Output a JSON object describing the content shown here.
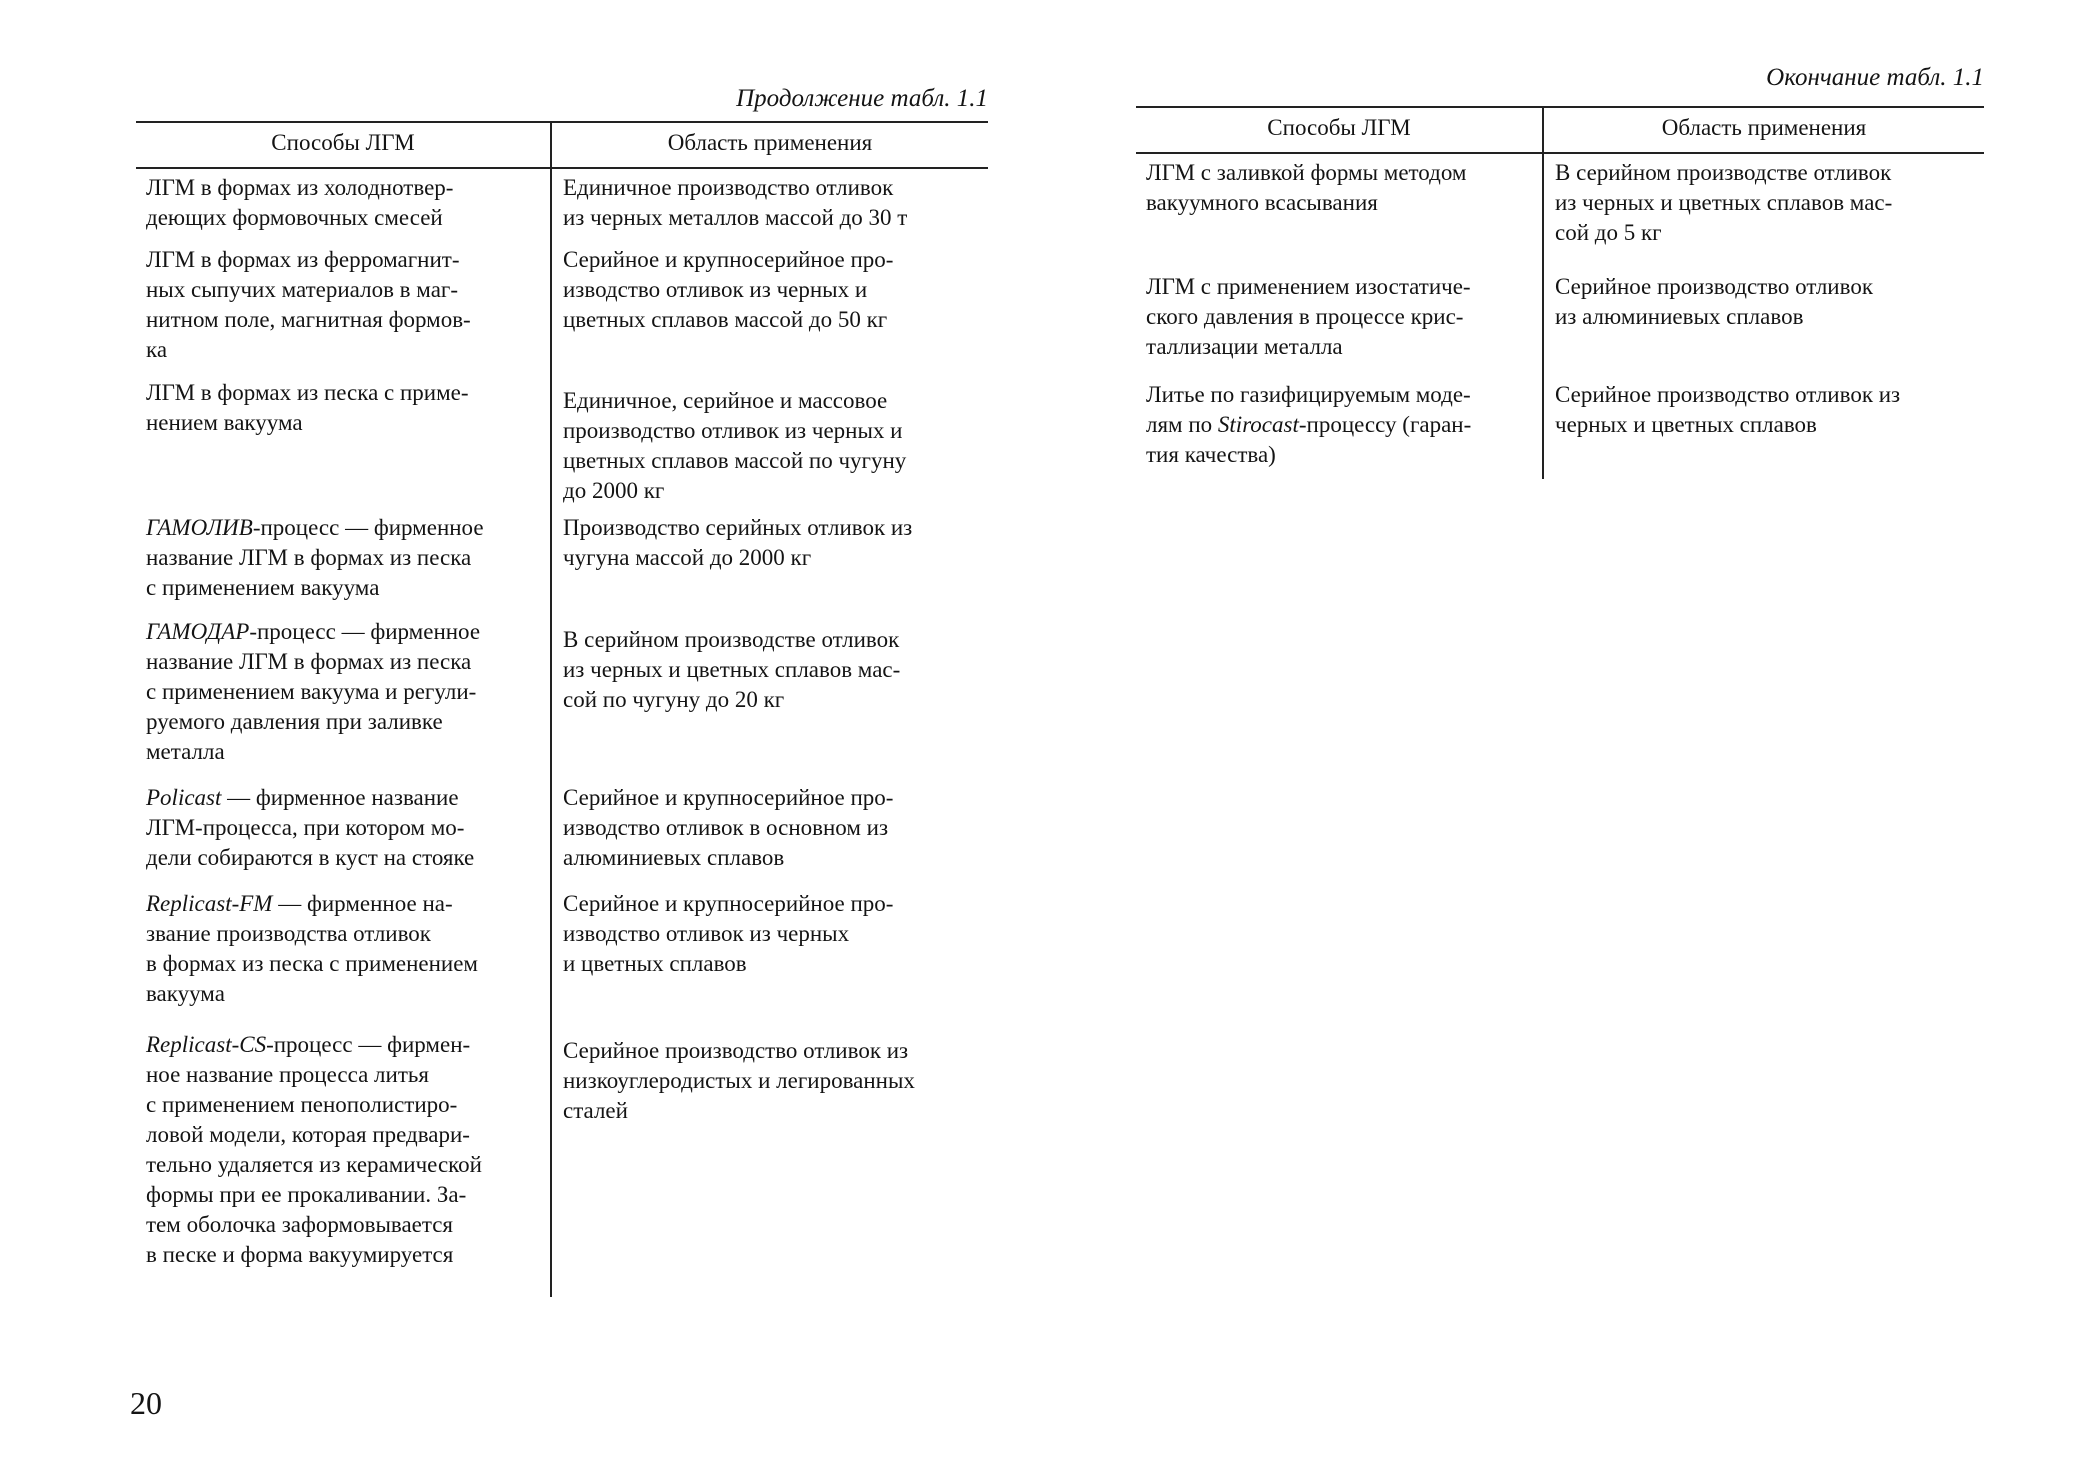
{
  "left_page": {
    "caption": "Продолжение табл. 1.1",
    "headers": {
      "col1": "Способы ЛГМ",
      "col2": "Область применения"
    },
    "rows": [
      {
        "col1": [
          [
            {
              "t": "ЛГМ в формах из холоднотвер-"
            }
          ],
          [
            {
              "t": "деющих формовочных смесей"
            }
          ]
        ],
        "col2": [
          [
            {
              "t": "Единичное производство отливок"
            }
          ],
          [
            {
              "t": "из черных металлов массой до 30 т"
            }
          ]
        ]
      },
      {
        "col1": [
          [
            {
              "t": "ЛГМ в формах из ферромагнит-"
            }
          ],
          [
            {
              "t": "ных сыпучих материалов в маг-"
            }
          ],
          [
            {
              "t": "нитном поле, магнитная формов-"
            }
          ],
          [
            {
              "t": "ка"
            }
          ]
        ],
        "col2": [
          [
            {
              "t": "Серийное и крупносерийное про-"
            }
          ],
          [
            {
              "t": "изводство отливок из черных и"
            }
          ],
          [
            {
              "t": "цветных сплавов массой до 50 кг"
            }
          ]
        ]
      },
      {
        "col1": [
          [
            {
              "t": "ЛГМ в формах из песка с приме-"
            }
          ],
          [
            {
              "t": "нением вакуума"
            }
          ]
        ],
        "col2": [
          [
            {
              "t": "Единичное, серийное и массовое"
            }
          ],
          [
            {
              "t": "производство отливок из черных и"
            }
          ],
          [
            {
              "t": "цветных сплавов массой по чугуну"
            }
          ],
          [
            {
              "t": "до 2000 кг"
            }
          ]
        ]
      },
      {
        "col1": [
          [
            {
              "t": "ГАМОЛИВ",
              "i": true
            },
            {
              "t": "-процесс — фирменное"
            }
          ],
          [
            {
              "t": "название ЛГМ в формах из песка"
            }
          ],
          [
            {
              "t": "с применением вакуума"
            }
          ]
        ],
        "col2": [
          [
            {
              "t": "Производство серийных отливок из"
            }
          ],
          [
            {
              "t": "чугуна массой до 2000 кг"
            }
          ]
        ]
      },
      {
        "col1": [
          [
            {
              "t": "ГАМОДАР",
              "i": true
            },
            {
              "t": "-процесс — фирменное"
            }
          ],
          [
            {
              "t": "название ЛГМ в формах из песка"
            }
          ],
          [
            {
              "t": "с применением вакуума и регули-"
            }
          ],
          [
            {
              "t": "руемого давления при заливке"
            }
          ],
          [
            {
              "t": "металла"
            }
          ]
        ],
        "col2": [
          [
            {
              "t": "В серийном производстве отливок"
            }
          ],
          [
            {
              "t": "из черных и цветных сплавов мас-"
            }
          ],
          [
            {
              "t": "сой по чугуну до 20 кг"
            }
          ]
        ]
      },
      {
        "col1": [
          [
            {
              "t": "Policast",
              "i": true
            },
            {
              "t": " — фирменное название"
            }
          ],
          [
            {
              "t": "ЛГМ-процесса, при котором мо-"
            }
          ],
          [
            {
              "t": "дели собираются в куст на стояке"
            }
          ]
        ],
        "col2": [
          [
            {
              "t": "Серийное и крупносерийное про-"
            }
          ],
          [
            {
              "t": "изводство отливок в основном из"
            }
          ],
          [
            {
              "t": "алюминиевых сплавов"
            }
          ]
        ]
      },
      {
        "col1": [
          [
            {
              "t": "Replicast-FM",
              "i": true
            },
            {
              "t": " — фирменное на-"
            }
          ],
          [
            {
              "t": "звание производства отливок"
            }
          ],
          [
            {
              "t": "в формах из песка с применением"
            }
          ],
          [
            {
              "t": "вакуума"
            }
          ]
        ],
        "col2": [
          [
            {
              "t": "Серийное и крупносерийное про-"
            }
          ],
          [
            {
              "t": "изводство отливок из черных"
            }
          ],
          [
            {
              "t": "и цветных сплавов"
            }
          ]
        ]
      },
      {
        "col1": [
          [
            {
              "t": "Replicast-CS",
              "i": true
            },
            {
              "t": "-процесс — фирмен-"
            }
          ],
          [
            {
              "t": "ное название процесса литья"
            }
          ],
          [
            {
              "t": "с применением пенополистиро-"
            }
          ],
          [
            {
              "t": "ловой модели, которая предвари-"
            }
          ],
          [
            {
              "t": "тельно удаляется из керамической"
            }
          ],
          [
            {
              "t": "формы при ее прокаливании. За-"
            }
          ],
          [
            {
              "t": "тем оболочка заформовывается"
            }
          ],
          [
            {
              "t": "в песке и форма вакуумируется"
            }
          ]
        ],
        "col2": [
          [
            {
              "t": "Серийное производство отливок из"
            }
          ],
          [
            {
              "t": "низкоуглеродистых и легированных"
            }
          ],
          [
            {
              "t": "сталей"
            }
          ]
        ]
      }
    ],
    "page_number": "20"
  },
  "right_page": {
    "caption": "Окончание табл. 1.1",
    "headers": {
      "col1": "Способы ЛГМ",
      "col2": "Область применения"
    },
    "rows": [
      {
        "col1": [
          [
            {
              "t": "ЛГМ с заливкой формы методом"
            }
          ],
          [
            {
              "t": "вакуумного всасывания"
            }
          ]
        ],
        "col2": [
          [
            {
              "t": "В серийном производстве отливок"
            }
          ],
          [
            {
              "t": "из черных и цветных сплавов мас-"
            }
          ],
          [
            {
              "t": "сой до 5 кг"
            }
          ]
        ]
      },
      {
        "col1": [
          [
            {
              "t": "ЛГМ с применением изостатиче-"
            }
          ],
          [
            {
              "t": "ского давления в процессе крис-"
            }
          ],
          [
            {
              "t": "таллизации металла"
            }
          ]
        ],
        "col2": [
          [
            {
              "t": "Серийное производство отливок"
            }
          ],
          [
            {
              "t": "из алюминиевых сплавов"
            }
          ]
        ]
      },
      {
        "col1": [
          [
            {
              "t": "Литье по газифицируемым моде-"
            }
          ],
          [
            {
              "t": "лям по "
            },
            {
              "t": "Stirocast",
              "i": true
            },
            {
              "t": "-процессу (гаран-"
            }
          ],
          [
            {
              "t": "тия качества)"
            }
          ]
        ],
        "col2": [
          [
            {
              "t": "Серийное производство отливок из"
            }
          ],
          [
            {
              "t": "черных и цветных сплавов"
            }
          ]
        ]
      }
    ]
  }
}
